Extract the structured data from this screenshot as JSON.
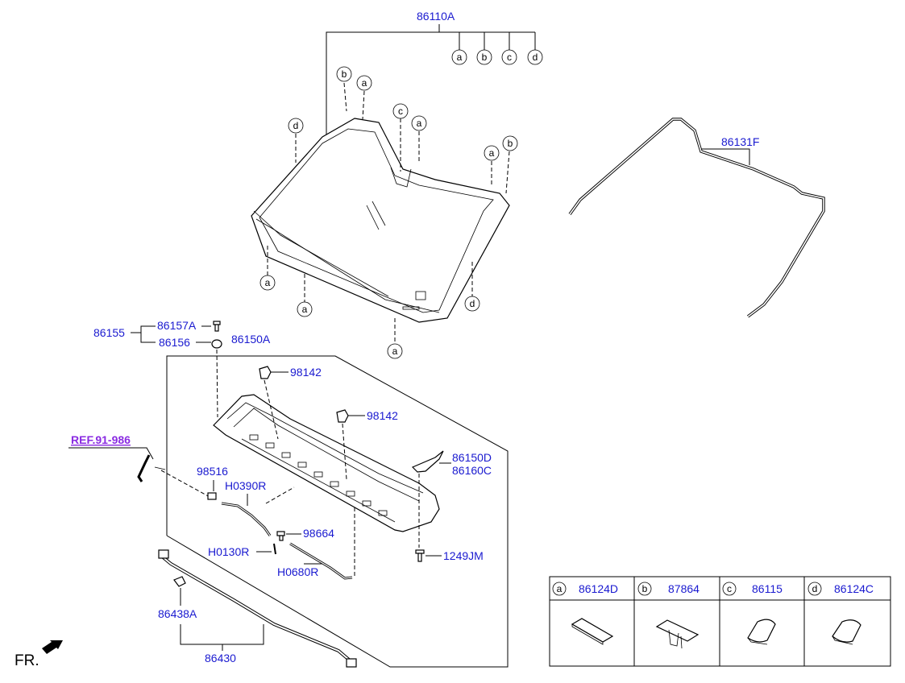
{
  "parts": {
    "windshield_glass": "86110A",
    "moulding": "86131F",
    "cowl_panel": "86150A",
    "cowl_assy": "86155",
    "screw": "86157A",
    "grommet": "86156",
    "nozzle_a": "98142",
    "nozzle_b": "98142",
    "ref": "REF.91-986",
    "connector": "98516",
    "hose_a": "H0390R",
    "cover_a": "86150D",
    "cover_b": "86160C",
    "check_valve": "98664",
    "hose_b": "H0130R",
    "hose_c": "H0680R",
    "bolt": "1249JM",
    "clip": "86438A",
    "seal": "86430"
  },
  "front_label": "FR.",
  "callouts": {
    "a": "a",
    "b": "b",
    "c": "c",
    "d": "d"
  },
  "legend": [
    {
      "letter": "a",
      "part": "86124D"
    },
    {
      "letter": "b",
      "part": "87864"
    },
    {
      "letter": "c",
      "part": "86115"
    },
    {
      "letter": "d",
      "part": "86124C"
    }
  ]
}
